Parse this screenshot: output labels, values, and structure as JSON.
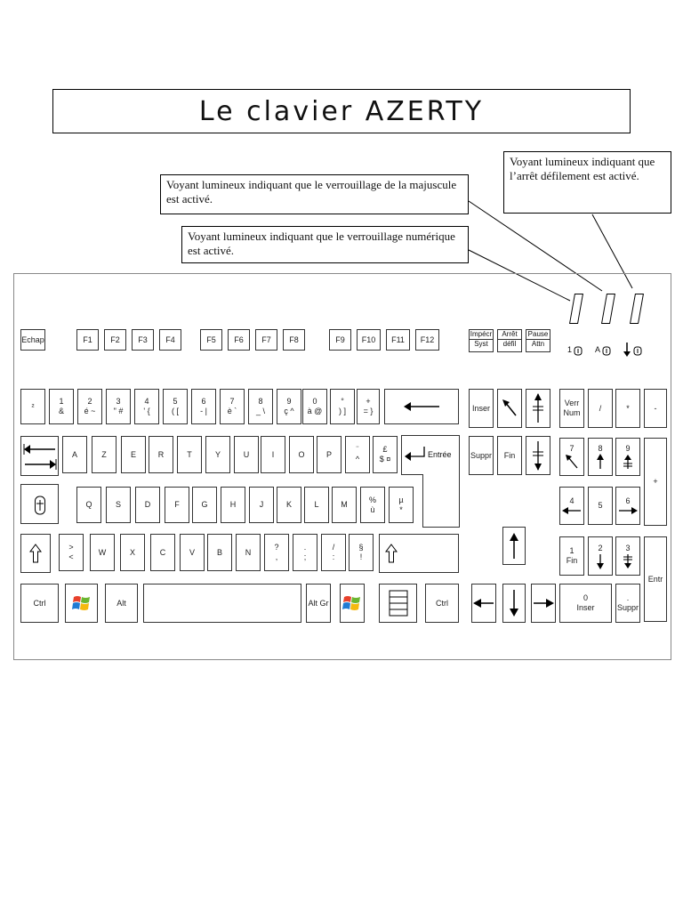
{
  "title": "Le clavier AZERTY",
  "callouts": {
    "caps": "Voyant lumineux indiquant que le verrouillage de la majuscule est activé.",
    "num": "Voyant lumineux indiquant que le verrouillage numérique est activé.",
    "scroll": "Voyant lumineux indiquant que l’arrêt défilement est activé."
  },
  "leds": {
    "num_label": "1",
    "caps_label": "A"
  },
  "fkeys": {
    "esc": "Echap",
    "f1": "F1",
    "f2": "F2",
    "f3": "F3",
    "f4": "F4",
    "f5": "F5",
    "f6": "F6",
    "f7": "F7",
    "f8": "F8",
    "f9": "F9",
    "f10": "F10",
    "f11": "F11",
    "f12": "F12",
    "print_top": "Impécr",
    "print_bottom": "Syst",
    "scroll_top": "Arrêt",
    "scroll_bottom": "défil",
    "pause_top": "Pause",
    "pause_bottom": "Attn"
  },
  "row1": [
    "²",
    "1\n&",
    "2\né ~",
    "3\n\" #",
    "4\n' {",
    "5\n( [",
    "6\n- |",
    "7\nè `",
    "8\n_ \\",
    "9\nç ^",
    "0\nà @",
    "°\n) ]",
    "+\n= }"
  ],
  "row2": [
    "A",
    "Z",
    "E",
    "R",
    "T",
    "Y",
    "U",
    "I",
    "O",
    "P",
    "¨\n^",
    "£\n$ ¤"
  ],
  "row3": [
    "Q",
    "S",
    "D",
    "F",
    "G",
    "H",
    "J",
    "K",
    "L",
    "M",
    "%\nù",
    "µ\n*"
  ],
  "row4": [
    ">\n<",
    "W",
    "X",
    "C",
    "V",
    "B",
    "N",
    "?\n,",
    ".\n;",
    "/\n:",
    "§\n!"
  ],
  "special": {
    "enter": "Entrée",
    "ctrl_left": "Ctrl",
    "alt": "Alt",
    "altgr": "Alt Gr",
    "ctrl_right": "Ctrl"
  },
  "nav": {
    "insert": "Inser",
    "delete": "Suppr",
    "end": "Fin"
  },
  "numpad": {
    "numlock": "Verr\nNum",
    "divide": "/",
    "multiply": "*",
    "minus": "-",
    "plus": "+",
    "enter": "Entr",
    "n7": "7",
    "n8": "8",
    "n9": "9",
    "n4": "4",
    "n5": "5",
    "n6": "6",
    "n1": "1\nFin",
    "n2": "2",
    "n3": "3",
    "n0": "0\nInser",
    "dot": ".\nSuppr"
  }
}
